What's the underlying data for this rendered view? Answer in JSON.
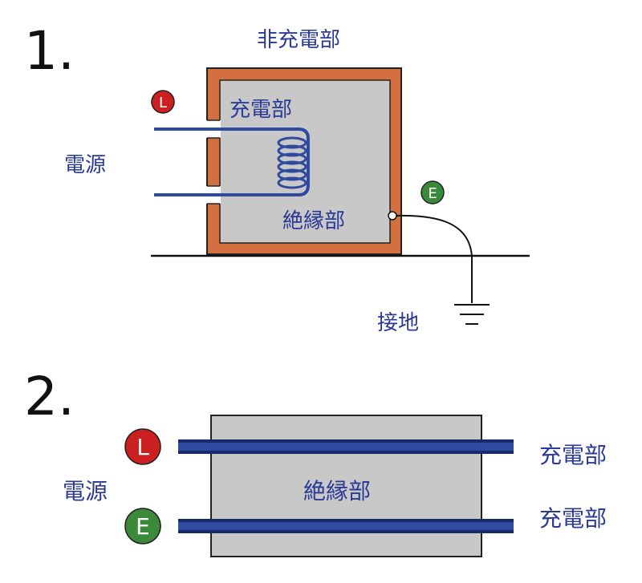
{
  "colors": {
    "blue_text": "#2a3a96",
    "wire_blue": "#2f4aa0",
    "case_orange": "#d2713f",
    "case_gray": "#c8c8c8",
    "badge_red": "#cc2020",
    "badge_green": "#3a8a3a"
  },
  "diagram1": {
    "number": "1.",
    "non_charged_label": "非充電部",
    "charged_label": "充電部",
    "insulation_label": "絶縁部",
    "power_label": "電源",
    "ground_label": "接地",
    "badge_l": "L",
    "badge_e": "E"
  },
  "diagram2": {
    "number": "2.",
    "power_label": "電源",
    "insulation_label": "絶縁部",
    "charged_label_top": "充電部",
    "charged_label_bottom": "充電部",
    "badge_l": "L",
    "badge_e": "E"
  }
}
